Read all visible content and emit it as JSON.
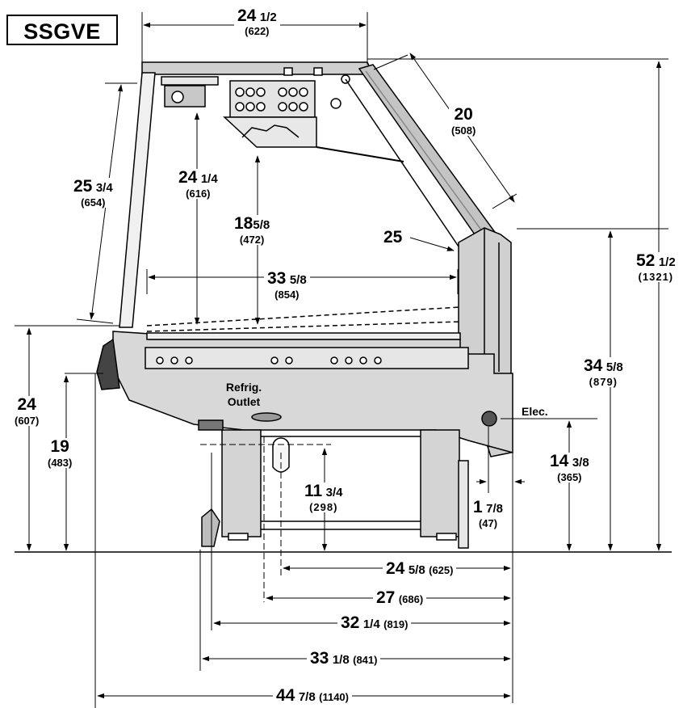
{
  "model": "SSGVE",
  "notes": {
    "refrig_outlet": [
      "Refrig.",
      "Outlet"
    ],
    "elec": "Elec."
  },
  "dims": {
    "top_depth": {
      "whole": "24",
      "frac": "1/2",
      "metric": "(622)"
    },
    "glass_angle_len": {
      "whole": "20",
      "frac": "",
      "metric": "(508)"
    },
    "front_glass_len": {
      "whole": "25",
      "frac": "3/4",
      "metric": "(654)"
    },
    "inside_height_total": {
      "whole": "24",
      "frac": "1/4",
      "metric": "(616)"
    },
    "inside_height_under_light": {
      "whole": "18",
      "frac": "5/8",
      "metric": "(472)"
    },
    "glass_angle_deg": {
      "whole": "25",
      "frac": "",
      "metric": ""
    },
    "display_depth": {
      "whole": "33",
      "frac": "5/8",
      "metric": "(854)"
    },
    "overall_height": {
      "whole": "52",
      "frac": "1/2",
      "metric": "(1321)"
    },
    "rear_height": {
      "whole": "34",
      "frac": "5/8",
      "metric": "(879)"
    },
    "front_top_height": {
      "whole": "24",
      "frac": "",
      "metric": "(607)"
    },
    "front_bumper_height": {
      "whole": "19",
      "frac": "",
      "metric": "(483)"
    },
    "elec_height": {
      "whole": "14",
      "frac": "3/8",
      "metric": "(365)"
    },
    "outlet_height": {
      "whole": "11",
      "frac": "3/4",
      "metric": "(298)"
    },
    "elec_setback": {
      "whole": "1",
      "frac": "7/8",
      "metric": "(47)"
    },
    "floor_24_5_8": {
      "whole": "24",
      "frac": "5/8",
      "metric": "(625)"
    },
    "floor_27": {
      "whole": "27",
      "frac": "",
      "metric": "(686)"
    },
    "floor_32_1_4": {
      "whole": "32",
      "frac": "1/4",
      "metric": "(819)"
    },
    "floor_33_1_8": {
      "whole": "33",
      "frac": "1/8",
      "metric": "(841)"
    },
    "floor_44_7_8": {
      "whole": "44",
      "frac": "7/8",
      "metric": "(1140)"
    }
  }
}
